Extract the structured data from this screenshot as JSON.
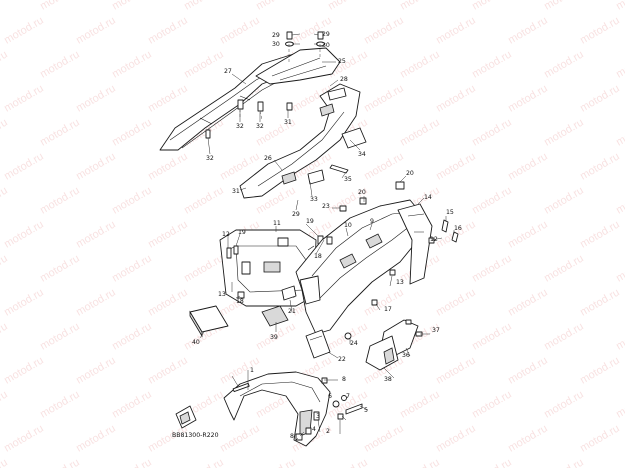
{
  "watermark": "motod.ru",
  "diagram_code": "BB81300-R220",
  "callouts": {
    "c1": "1",
    "c2": "2",
    "c3": "3",
    "c4": "4",
    "c5": "5",
    "c6": "6",
    "c7": "7",
    "c8": "8",
    "c9": "9",
    "c10": "10",
    "c11": "11",
    "c12": "12",
    "c13": "13",
    "c14": "14",
    "c15": "15",
    "c16": "16",
    "c17": "17",
    "c18": "18",
    "c19": "19",
    "c20": "20",
    "c21": "21",
    "c22": "22",
    "c23": "23",
    "c24": "24",
    "c25": "25",
    "c26": "26",
    "c27": "27",
    "c28": "28",
    "c29": "29",
    "c30": "30",
    "c31": "31",
    "c32": "32",
    "c33": "33",
    "c34": "34",
    "c35": "35",
    "c36": "36",
    "c37": "37",
    "c38": "38",
    "c39": "39",
    "c40": "40"
  },
  "colors": {
    "line": "#1a1a1a",
    "watermark": "#e07a7a",
    "background": "#ffffff"
  }
}
